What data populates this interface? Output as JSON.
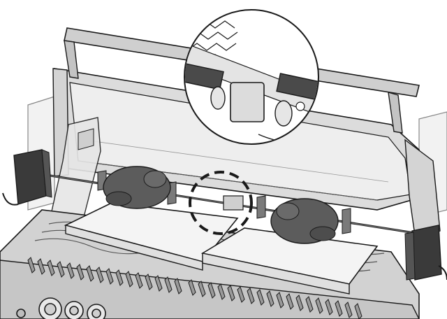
{
  "illustration": {
    "subject": "rotisserie-kit-installed-on-grill",
    "callout": "zoom-on-spit-coupling",
    "items": [
      "grill-hood",
      "rotisserie-motor-left",
      "rotisserie-motor-right",
      "spit-rod",
      "forks",
      "drip-pans",
      "control-knobs",
      "grease-grates"
    ],
    "palette": {
      "hood": "#d9d9d9",
      "hood_shadow": "#b9b9b9",
      "dark_metal": "#4a4a4a",
      "motor": "#3a3a3a",
      "chicken": "#5c5c5c",
      "pan": "#f4f4f4",
      "grill_body": "#cfcfcf",
      "outline": "#1a1a1a",
      "zoom_fill": "#ffffff"
    }
  }
}
